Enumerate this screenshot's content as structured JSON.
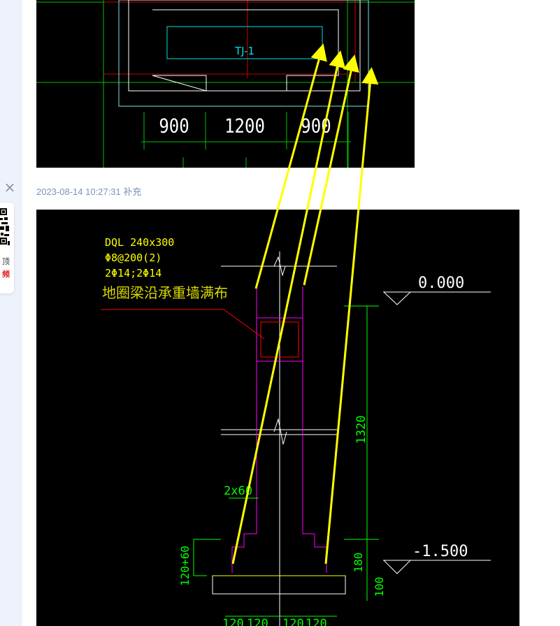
{
  "sidebar": {
    "close_label": "×",
    "qr_caption_1": "顶",
    "qr_caption_2": "频"
  },
  "post": {
    "timestamp": "2023-08-14 10:27:31",
    "supplement_label": "补充"
  },
  "top_drawing": {
    "footing_label": "TJ-1",
    "dimensions": [
      "900",
      "1200",
      "900"
    ]
  },
  "bottom_drawing": {
    "beam_spec_1": "DQL 240x300",
    "beam_spec_2": "Φ8@200(2)",
    "beam_spec_3": "2Φ14;2Φ14",
    "beam_note": "地圈梁沿承重墙满布",
    "elev_top": "0.000",
    "elev_bottom": "-1.500",
    "dim_height": "1320",
    "dim_step": "2x60",
    "dim_left": "120+60",
    "dim_180": "180",
    "dim_100": "100",
    "dims_bottom": [
      "120",
      "120",
      "120",
      "120"
    ]
  },
  "colors": {
    "cad_background": "#000000",
    "annotation_arrow": "#ffff00",
    "dimension_green": "#00ff00",
    "wall_magenta": "#ff00ff",
    "axis_red": "#ff0000",
    "footing_cyan": "#00ffff",
    "timestamp_blue": "#7a93b8"
  }
}
